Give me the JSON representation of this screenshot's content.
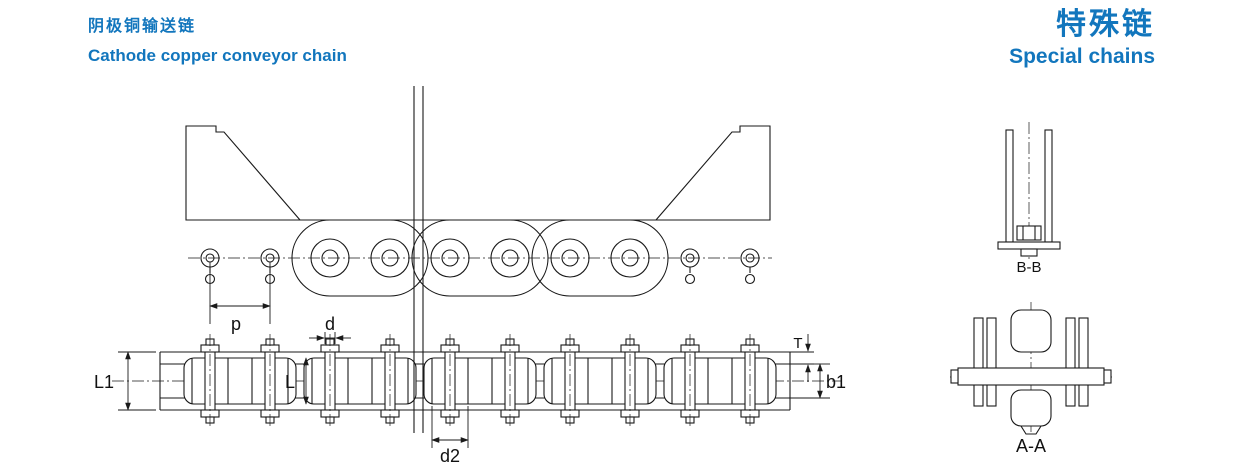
{
  "page": {
    "accent_color": "#1276bd",
    "background": "#ffffff"
  },
  "header": {
    "left": {
      "title_zh": "阴极铜输送链",
      "title_en": "Cathode copper conveyor chain"
    },
    "right": {
      "title_zh": "特殊链",
      "title_en": "Special chains"
    }
  },
  "drawing": {
    "dimension_labels": {
      "pitch": "p",
      "pin_diameter": "d",
      "pin_length": "L1",
      "inner_link_dim": "L",
      "plate_thickness": "T",
      "inner_width": "b1",
      "roller_diameter": "d2"
    },
    "section_labels": {
      "section_bb": "B-B",
      "section_aa": "A-A"
    }
  }
}
